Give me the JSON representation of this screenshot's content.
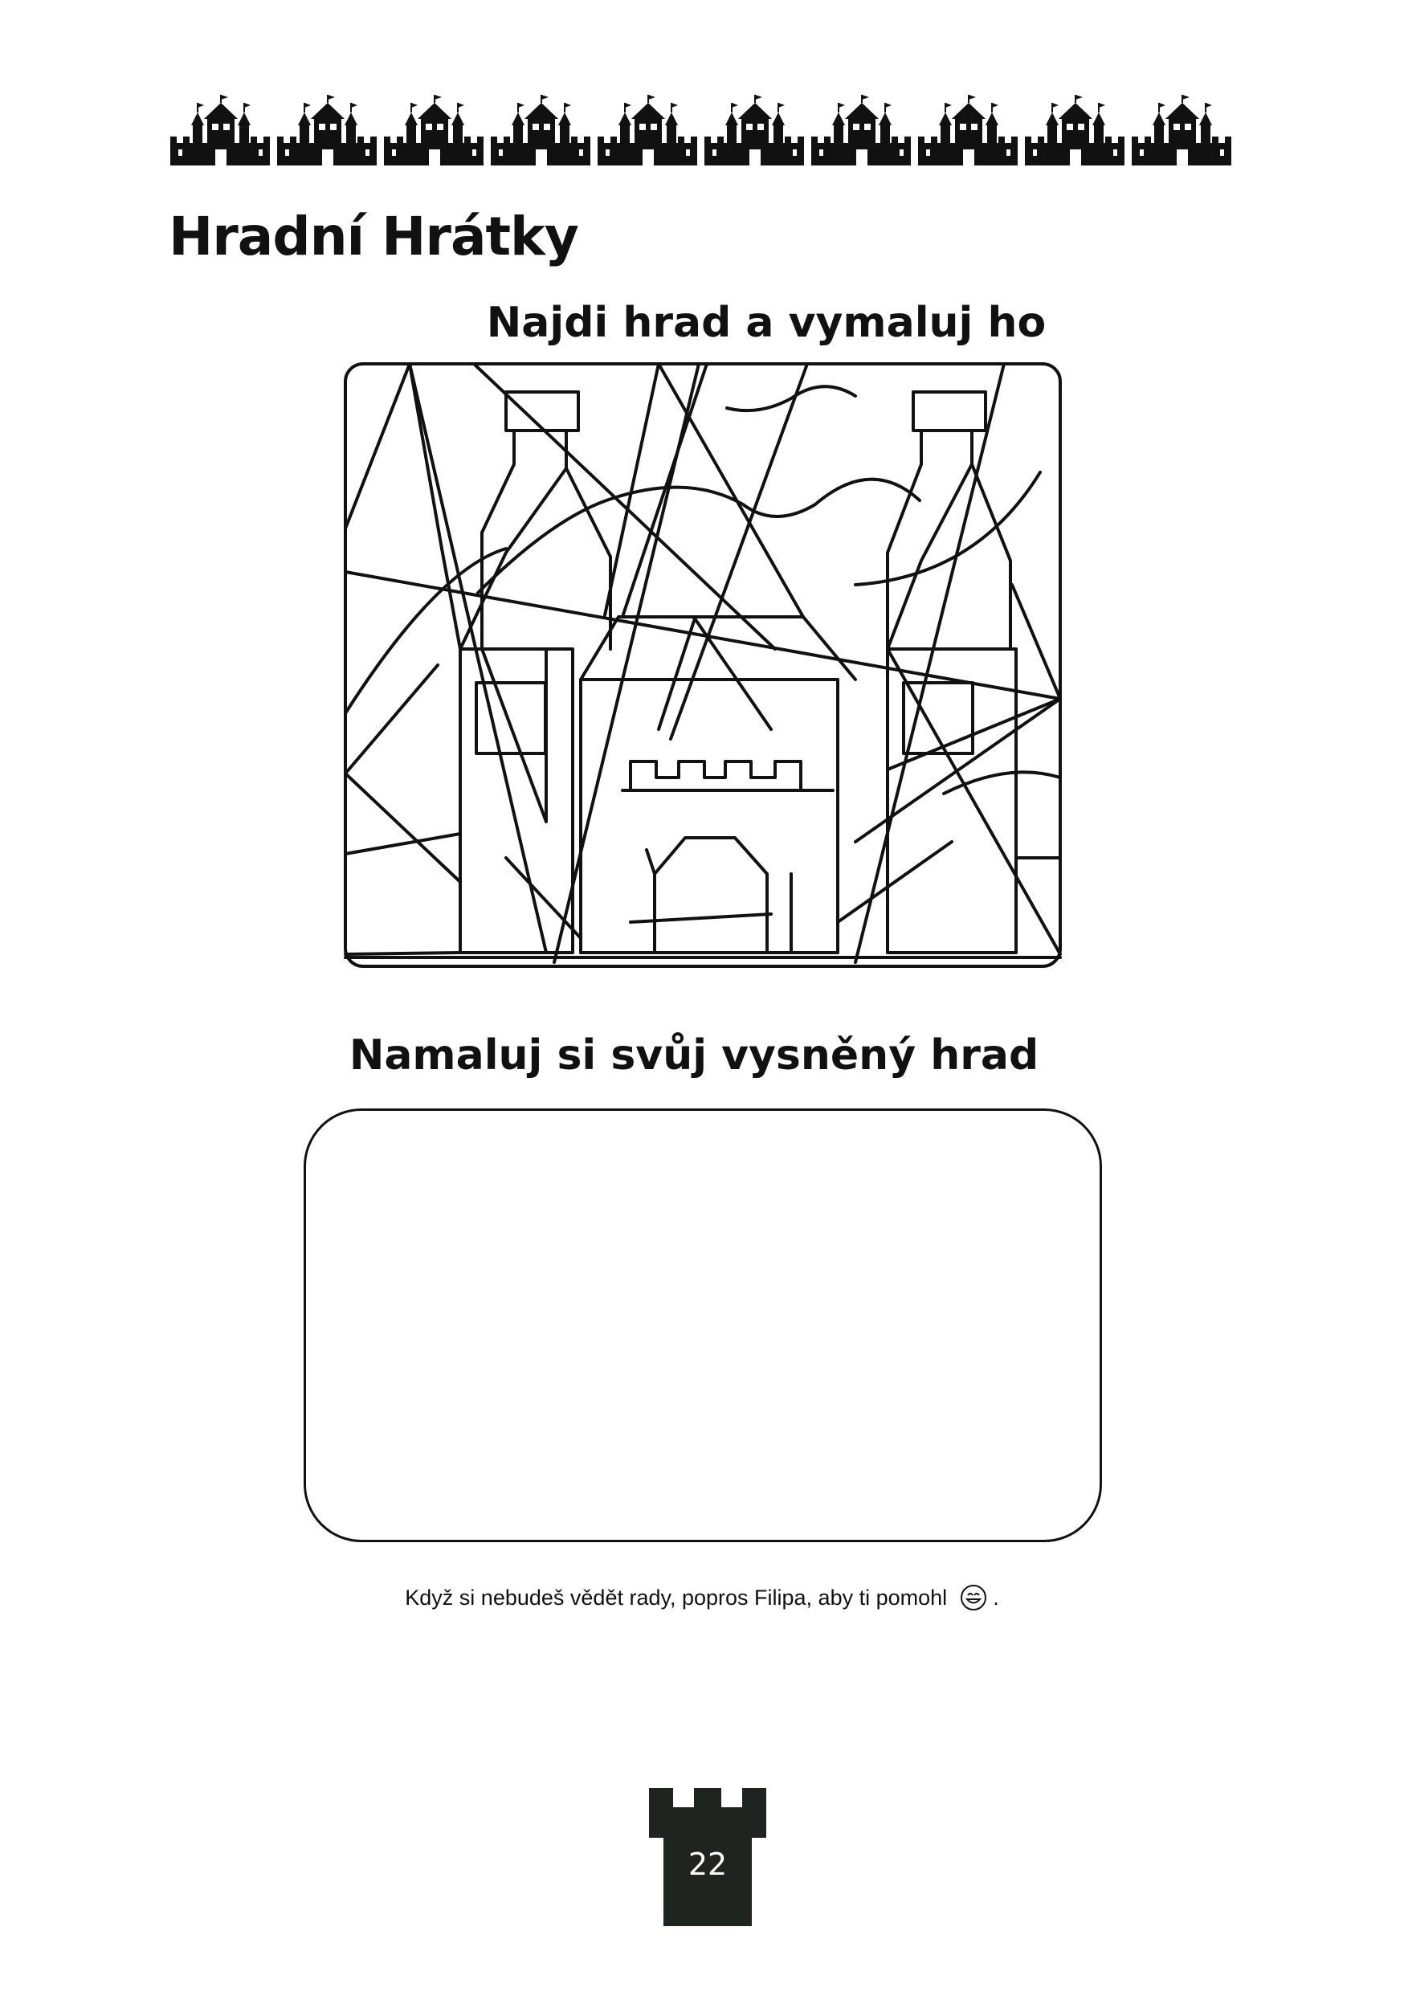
{
  "page": {
    "title": "Hradní Hrátky",
    "section1_heading": "Najdi hrad a vymaluj ho",
    "section2_heading": "Namaluj si svůj vysněný hrad",
    "hint_text": "Když si nebudeš vědět rady, popros Filipa, aby ti pomohl",
    "hint_end": ".",
    "page_number": "22"
  },
  "icons": {
    "border": "castle-border-icon",
    "emoji": "smiley-icon",
    "page_marker": "tower-icon"
  },
  "colors": {
    "ink": "#111111",
    "tower_fill": "#1f2420",
    "paper": "#ffffff"
  }
}
